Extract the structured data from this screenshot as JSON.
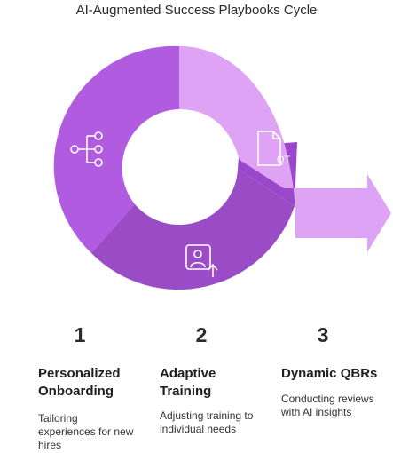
{
  "title": "AI-Augmented Success Playbooks Cycle",
  "colors": {
    "segment_left": "#b15be0",
    "segment_bottom": "#9a4cc6",
    "segment_mid": "#9b47c9",
    "segment_arrow": "#dea3f5",
    "icon_stroke": "#ffffff",
    "icon_stroke_dark": "#4a2a5a"
  },
  "steps": [
    {
      "number": "1",
      "title_line1": "Personalized",
      "title_line2": "Onboarding",
      "desc_line1": "Tailoring",
      "desc_line2": "experiences for new",
      "desc_line3": "hires",
      "icon": "network-icon"
    },
    {
      "number": "2",
      "title_line1": "Adaptive",
      "title_line2": "Training",
      "desc_line1": "Adjusting training to",
      "desc_line2": "individual needs",
      "icon": "user-upload-icon"
    },
    {
      "number": "3",
      "title_line1": "Dynamic QBRs",
      "desc_line1": "Conducting reviews",
      "desc_line2": "with AI insights",
      "icon": "qt-file-icon"
    }
  ]
}
